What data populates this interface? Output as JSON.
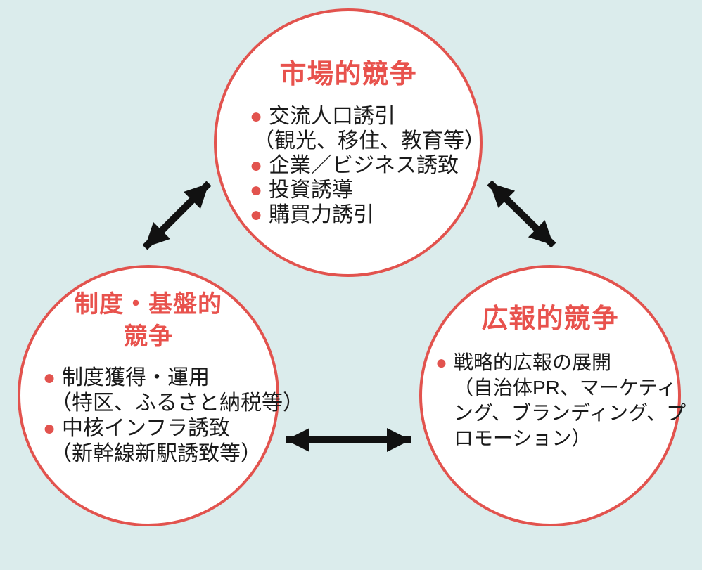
{
  "colors": {
    "background": "#DBECEC",
    "circle_fill": "#FFFFFF",
    "accent_red": "#E2534E",
    "title_red": "#E8524D",
    "arrow_black": "#111111",
    "text_black": "#1A1A1A"
  },
  "glyphs": {
    "bullet": "●"
  },
  "circles": [
    {
      "name": "market-competition",
      "title_lines": [
        "市場的競争"
      ],
      "items": [
        {
          "type": "bullet",
          "text": "交流人口誘引"
        },
        {
          "type": "paren",
          "text": "（観光、移住、教育等）"
        },
        {
          "type": "bullet",
          "text": "企業／ビジネス誘致"
        },
        {
          "type": "bullet",
          "text": "投資誘導"
        },
        {
          "type": "bullet",
          "text": "購買力誘引"
        }
      ]
    },
    {
      "name": "institutional-infrastructure-competition",
      "title_lines": [
        "制度・基盤的",
        "競争"
      ],
      "items": [
        {
          "type": "bullet",
          "text": "制度獲得・運用"
        },
        {
          "type": "paren",
          "text": "（特区、ふるさと納税等）"
        },
        {
          "type": "bullet",
          "text": "中核インフラ誘致"
        },
        {
          "type": "paren",
          "text": "（新幹線新駅誘致等）"
        }
      ]
    },
    {
      "name": "public-relations-competition",
      "title_lines": [
        "広報的競争"
      ],
      "items": [
        {
          "type": "bullet",
          "text": "戦略的広報の展開"
        },
        {
          "type": "paren",
          "text": "（自治体PR、マーケティ"
        },
        {
          "type": "cont",
          "text": "ング、ブランディング、プ"
        },
        {
          "type": "cont",
          "text": "ロモーション）"
        }
      ]
    }
  ],
  "arrows": [
    {
      "name": "arrow-market-institutional",
      "between": [
        "市場的競争",
        "制度・基盤的競争"
      ],
      "direction": "bidirectional"
    },
    {
      "name": "arrow-market-pr",
      "between": [
        "市場的競争",
        "広報的競争"
      ],
      "direction": "bidirectional"
    },
    {
      "name": "arrow-institutional-pr",
      "between": [
        "制度・基盤的競争",
        "広報的競争"
      ],
      "direction": "bidirectional"
    }
  ]
}
